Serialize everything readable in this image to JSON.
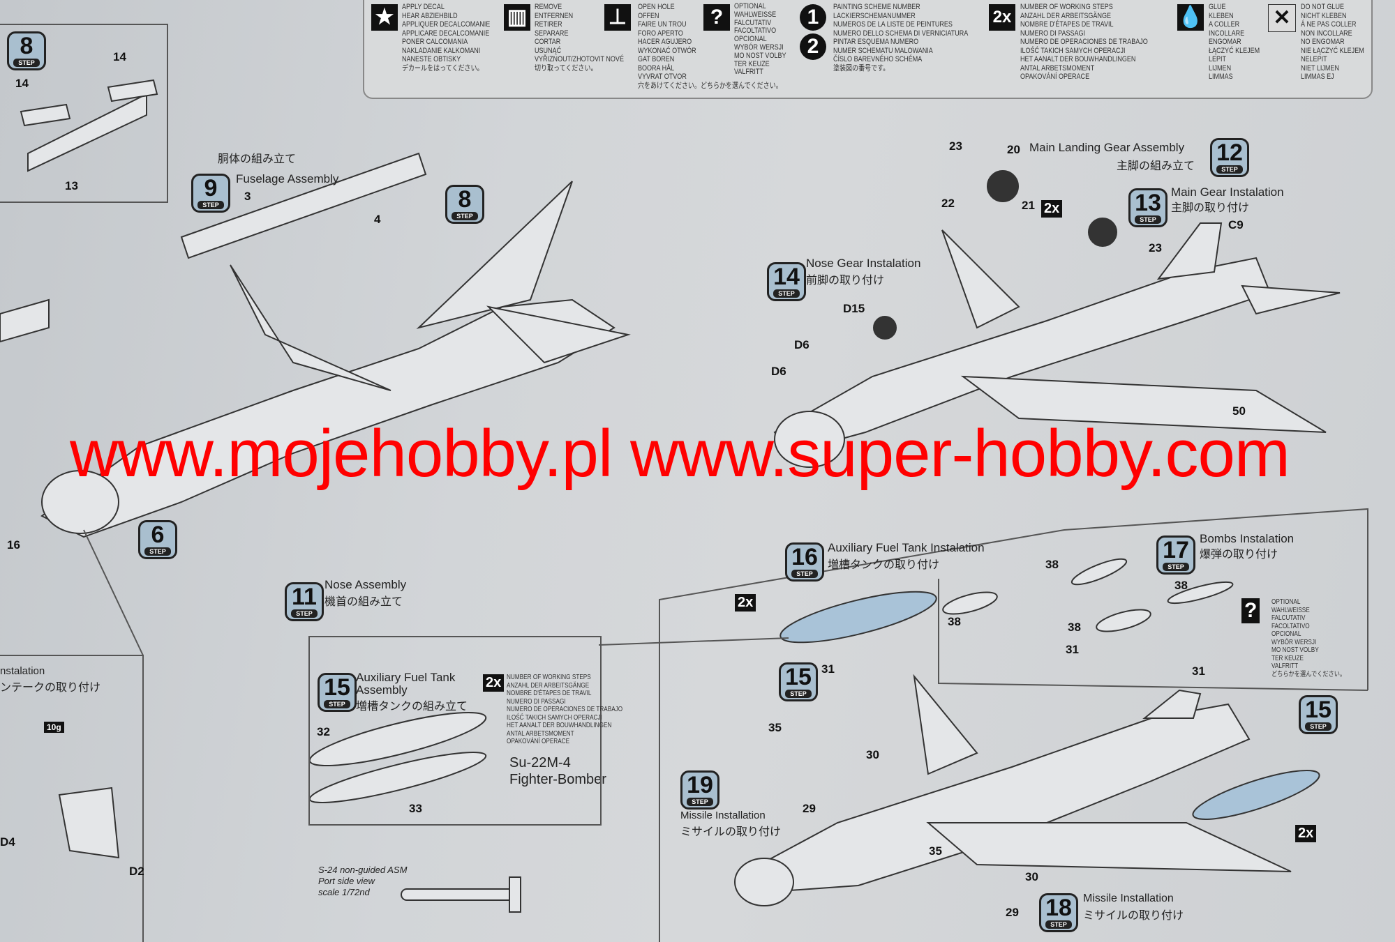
{
  "legend": {
    "apply_decal": "APPLY DECAL\nHEAR ABZIEHBILD\nAPPLIQUER DECALCOMANIE\nAPPLICARE DECALCOMANIE\nPONER CALCOMANIA\nNAKLADANIE KALKOMANI\nNANESTE OBTISKY\nデカールをはってください。",
    "remove": "REMOVE\nENTFERNEN\nRETIRER\nSEPARARE\nCORTAR\nUSUNĄĆ\nVYŘIZNOUT/ZHOTOVIT NOVÉ\n切り取ってください。",
    "open_hole": "OPEN HOLE\nOFFEN\nFAIRE UN TROU\nFORO APERTO\nHACER AGUJERO\nWYKONAĆ OTWÓR\nGAT BOREN\nBOORA HÅL\nVYVRAT OTVOR\n穴をあけてください。どちらかを選んでください。",
    "optional": "OPTIONAL\nWAHLWEISSE\nFALCUTATIV\nFACOLTATIVO\nOPCIONAL\nWYBÓR WERSJI\nMO NOST VOLBY\nTER KEUZE\nVALFRITT",
    "painting": "PAINTING SCHEME NUMBER\nLACKIERSCHEMANUMMER\nNUMEROS DE LA LISTE DE PEINTURES\nNUMERO DELLO SCHEMA DI VERNICIATURA\nPINTAR ESQUEMA NUMERO\nNUMER SCHEMATU MALOWANIA\nČÍSLO BAREVNÉHO SCHÉMA\n塗装図の番号です。",
    "steps": "NUMBER OF WORKING STEPS\nANZAHL DER ARBEITSGÄNGE\nNOMBRE D'ÉTAPES DE TRAVIL\nNUMERO DI PASSAGI\nNUMERO DE OPERACIONES DE TRABAJO\nILOŚĆ TAKICH SAMYCH OPERACJI\nHET AANALT DER BOUWHANDLINGEN\nANTAL ARBETSMOMENT\nOPAKOVÁNÍ OPERACE",
    "glue": "GLUE\nKLEBEN\nA COLLER\nINCOLLARE\nENGOMAR\nŁĄCZYĆ KLEJEM\nLEPIT\nLIJMEN\nLIMMAS",
    "no_glue": "DO NOT GLUE\nNICHT KLEBEN\nÁ NE PAS COLLER\nNON INCOLLARE\nNO ENGOMAR\nNIE ŁĄCZYĆ KLEJEM\nNELEPIT\nNIET LIJMEN\nLIMMAS EJ",
    "icon_2x": "2x",
    "icon_q": "?",
    "icon_1": "1",
    "icon_2": "2"
  },
  "step_label": "STEP",
  "steps": {
    "s8a": "8",
    "s9": "9",
    "s8b": "8",
    "s6": "6",
    "s11": "11",
    "s12": "12",
    "s13": "13",
    "s14": "14",
    "s16": "16",
    "s17": "17",
    "s15a": "15",
    "s15b": "15",
    "s15c": "15",
    "s19": "19",
    "s18": "18"
  },
  "titles": {
    "fuselage_jp": "胴体の組み立て",
    "fuselage": "Fuselage Assembly",
    "nose": "Nose Assembly",
    "nose_jp": "機首の組み立て",
    "main_lg": "Main Landing Gear Assembly",
    "main_lg_jp": "主脚の組み立て",
    "main_gear": "Main Gear Instalation",
    "main_gear_jp": "主脚の取り付け",
    "nose_gear": "Nose Gear Instalation",
    "nose_gear_jp": "前脚の取り付け",
    "aux_inst": "Auxiliary Fuel Tank Instalation",
    "aux_inst_jp": "増槽タンクの取り付け",
    "bombs": "Bombs Instalation",
    "bombs_jp": "爆弾の取り付け",
    "aux_asm": "Auxiliary Fuel Tank\nAssembly",
    "aux_asm_jp": "増槽タンクの組み立て",
    "missile19": "Missile Installation",
    "missile19_jp": "ミサイルの取り付け",
    "missile18": "Missile Installation",
    "missile18_jp": "ミサイルの取り付け",
    "intake": "nstalation",
    "intake_jp": "ンテークの取り付け",
    "aircraft": "Su-22M-4\nFighter-Bomber",
    "s24_caption": "S-24 non-guided ASM\nPort side view\nscale 1/72nd",
    "weight": "10g"
  },
  "box15_steps_text": "NUMBER OF WORKING STEPS\nANZAHL DER ARBEITSGÄNGE\nNOMBRE D'ÉTAPES DE TRAVIL\nNUMERO DI PASSAGI\nNUMERO DE OPERACIONES DE TRABAJO\nILOŚĆ TAKICH SAMYCH OPERACJI\nHET AANALT DER BOUWHANDLINGEN\nANTAL ARBETSMOMENT\nOPAKOVÁNÍ OPERACE",
  "optional_note": "OPTIONAL\nWAHLWEISSE\nFALCUTATIV\nFACOLTATIVO\nOPCIONAL\nWYBÓR WERSJI\nMO NOST VOLBY\nTER KEUZE\nVALFRITT\nどちらかを選んでください。",
  "multiplier": "2x",
  "parts": [
    "14",
    "14",
    "13",
    "4",
    "16",
    "D15",
    "D6",
    "D6",
    "23",
    "20",
    "22",
    "21",
    "23",
    "C9",
    "50",
    "38",
    "38",
    "38",
    "38",
    "31",
    "31",
    "31",
    "32",
    "33",
    "35",
    "30",
    "29",
    "35",
    "30",
    "29",
    "D4",
    "D2",
    "3"
  ],
  "watermark": "www.mojehobby.pl www.super-hobby.com",
  "colors": {
    "watermark": "#ff0000",
    "badge": "#a9bfcf",
    "tank": "#a9c3d8"
  }
}
